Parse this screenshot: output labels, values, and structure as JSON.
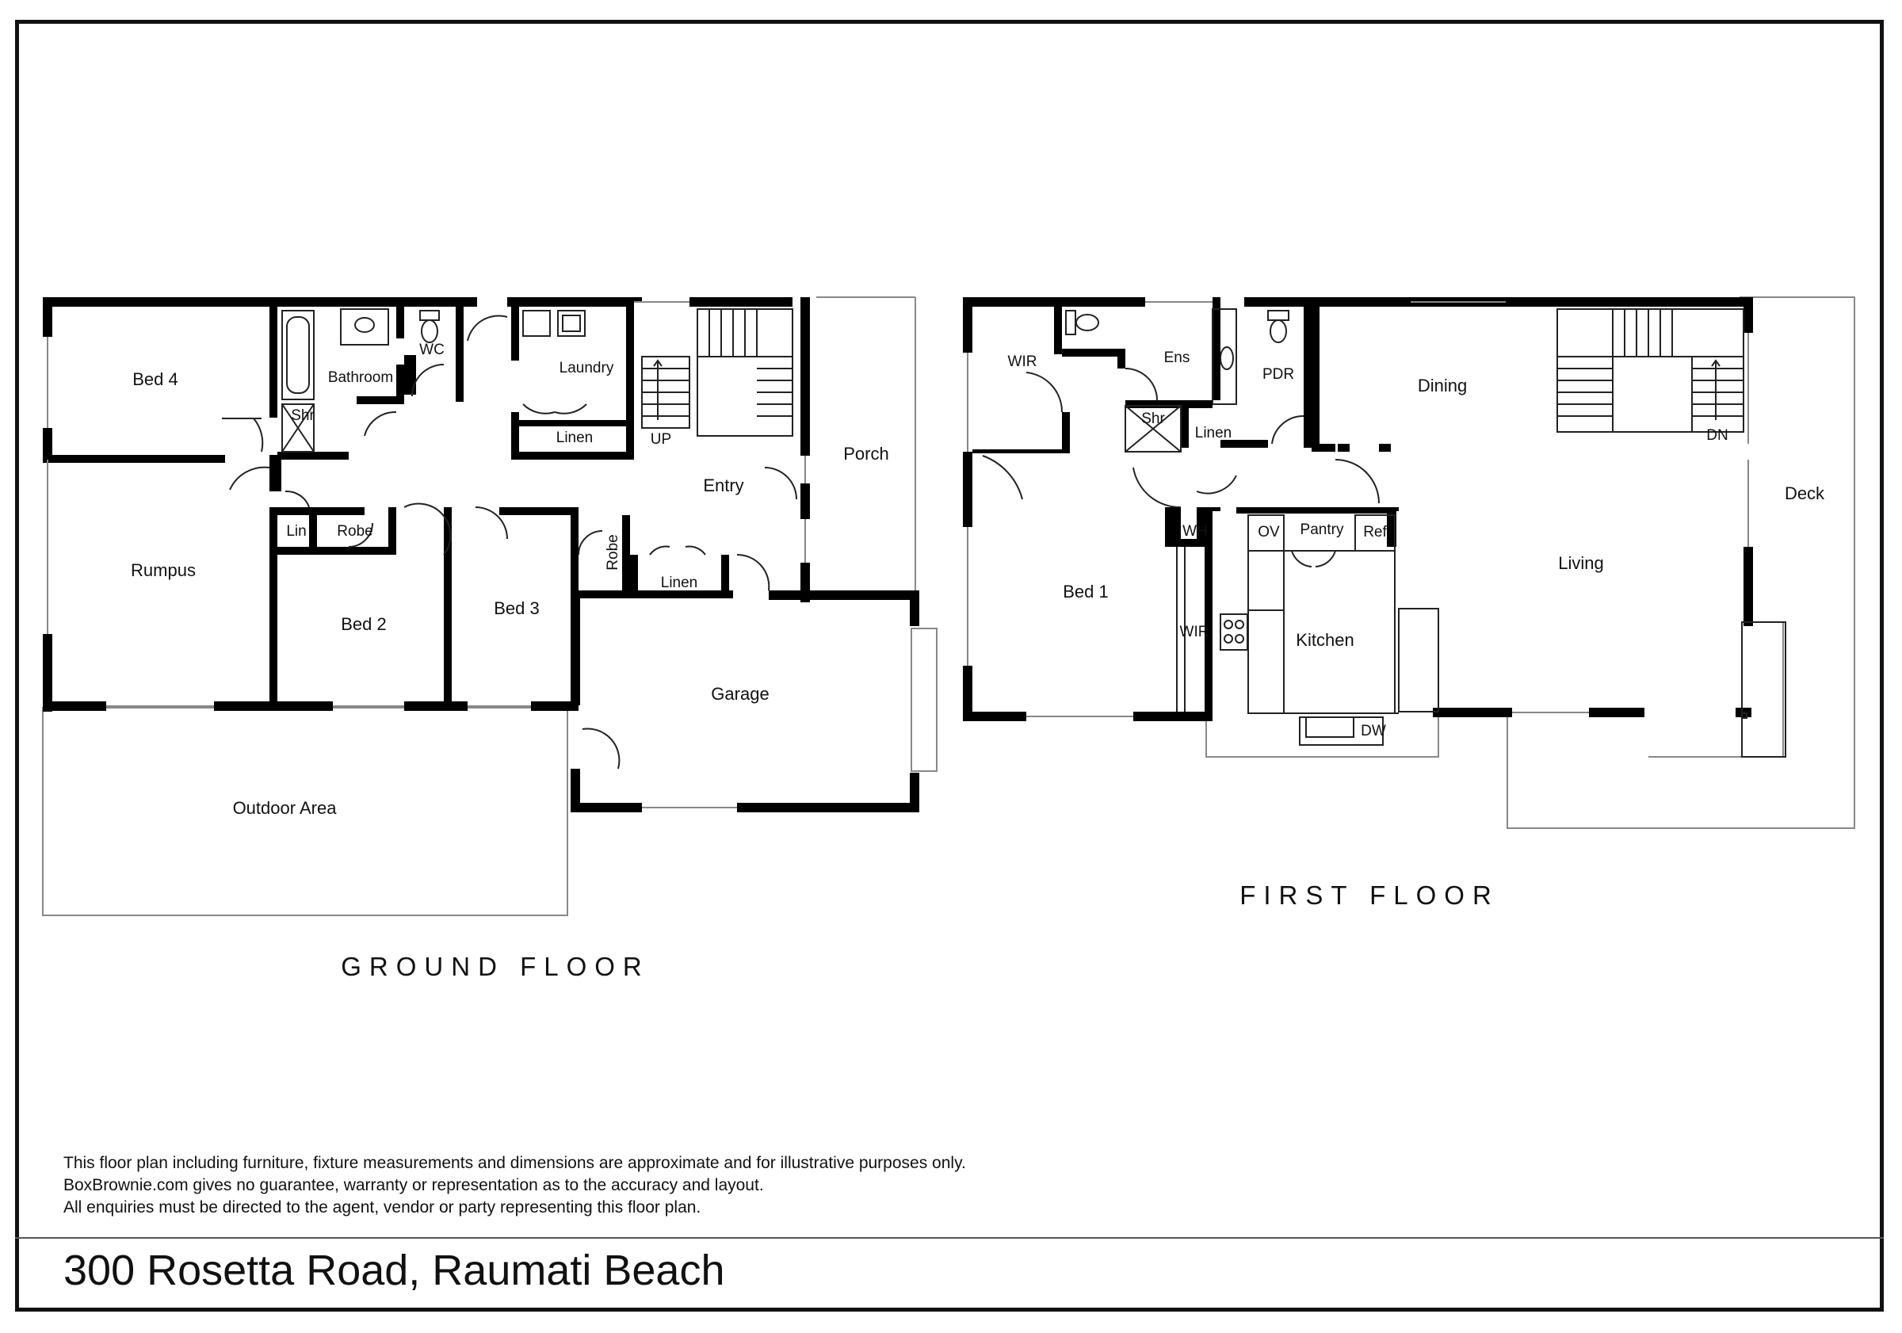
{
  "ground_floor": {
    "title": "GROUND FLOOR",
    "rooms": {
      "bed4": "Bed 4",
      "bathroom": "Bathroom",
      "shr": "Shr",
      "wc": "WC",
      "laundry": "Laundry",
      "linen_laundry": "Linen",
      "up": "UP",
      "entry": "Entry",
      "porch": "Porch",
      "rumpus": "Rumpus",
      "lin": "Lin",
      "robe_bed2": "Robe",
      "bed2": "Bed 2",
      "bed3": "Bed 3",
      "robe_bed3": "Robe",
      "linen_entry": "Linen",
      "garage": "Garage",
      "outdoor": "Outdoor Area"
    }
  },
  "first_floor": {
    "title": "FIRST FLOOR",
    "rooms": {
      "wir_top": "WIR",
      "ens": "Ens",
      "shr": "Shr",
      "linen": "Linen",
      "pdr": "PDR",
      "dining": "Dining",
      "dn": "DN",
      "deck": "Deck",
      "wh": "WH",
      "ov": "OV",
      "pantry": "Pantry",
      "ref": "Ref",
      "living": "Living",
      "bed1": "Bed 1",
      "wir_side": "WIR",
      "kitchen": "Kitchen",
      "dw": "DW"
    }
  },
  "disclaimer": {
    "line1": "This floor plan including furniture, fixture measurements and dimensions are approximate and for illustrative purposes only.",
    "line2": "BoxBrownie.com gives no guarantee, warranty or representation as to the accuracy and layout.",
    "line3": "All enquiries must be directed to the agent, vendor or party representing this floor plan."
  },
  "address": "300 Rosetta Road, Raumati Beach"
}
